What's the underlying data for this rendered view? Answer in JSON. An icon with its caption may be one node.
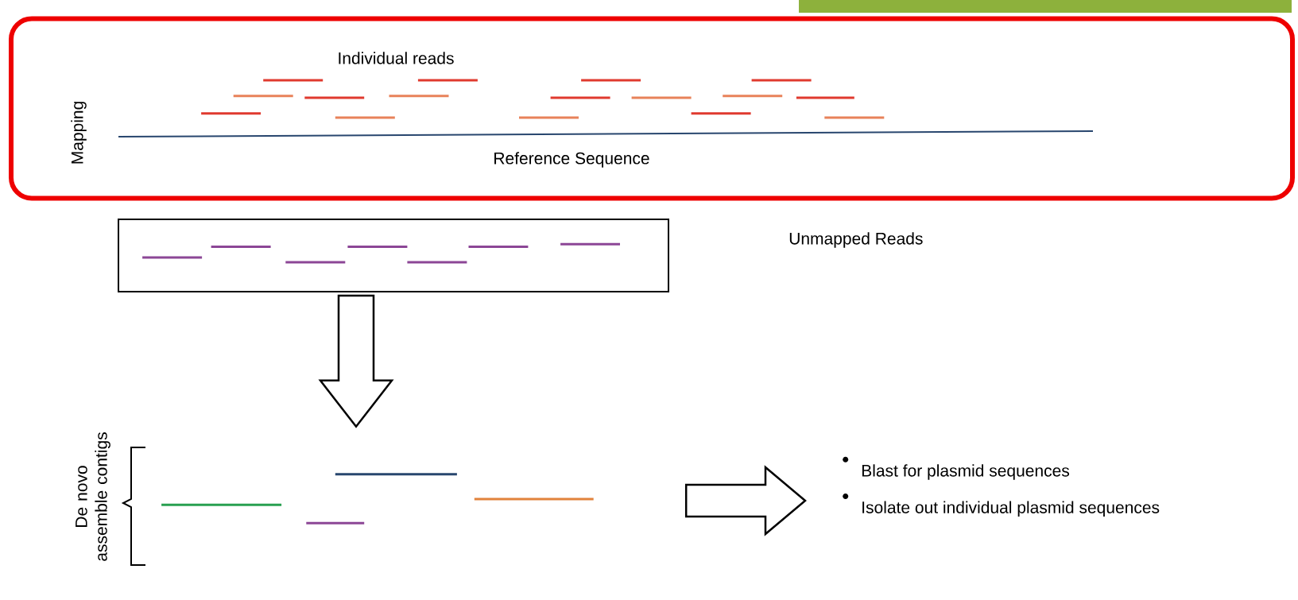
{
  "diagram": {
    "nodes": [
      {
        "text": [
          "Mapping",
          "Individual reads",
          "Reference Sequence"
        ]
      },
      {
        "text": [],
        "shape": "box"
      },
      {
        "text": [
          "De novo assemble contigs"
        ]
      },
      {
        "text": [
          "Blast for plasmid sequences",
          "Isolate out individual plasmid sequences"
        ]
      }
    ],
    "edges": [
      {
        "from": 1,
        "to": 2,
        "arrow": "to"
      },
      {
        "from": 2,
        "to": 3,
        "arrow": "to"
      }
    ],
    "labels": [
      "Unmapped Reads"
    ]
  }
}
